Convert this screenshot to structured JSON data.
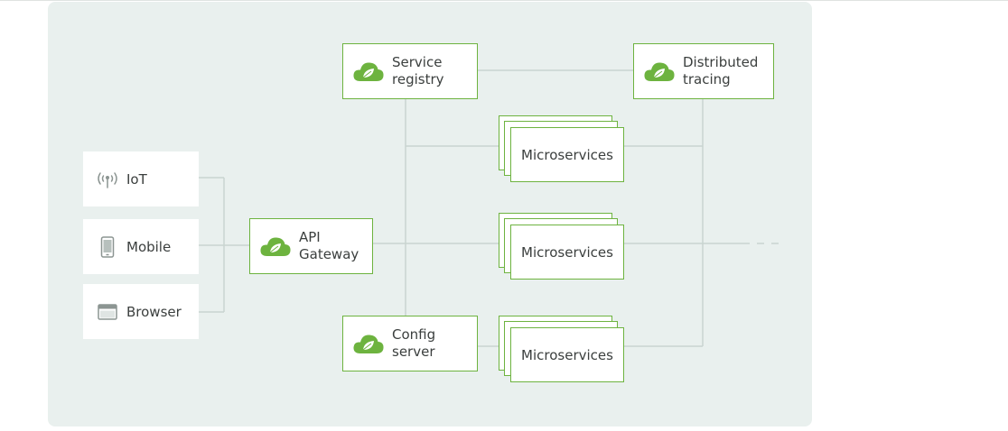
{
  "colors": {
    "panel": "#e9f0ee",
    "accent": "#6db33f",
    "connector": "#c9d4d0",
    "text": "#3b3f3e",
    "icon_gray": "#8c9592"
  },
  "clients": [
    {
      "label": "IoT",
      "icon": "antenna-icon"
    },
    {
      "label": "Mobile",
      "icon": "mobile-phone-icon"
    },
    {
      "label": "Browser",
      "icon": "browser-window-icon"
    }
  ],
  "api_gateway": {
    "label": "API\nGateway",
    "icon": "spring-leaf-icon"
  },
  "service_registry": {
    "label": "Service\nregistry",
    "icon": "spring-leaf-icon"
  },
  "config_server": {
    "label": "Config\nserver",
    "icon": "spring-leaf-icon"
  },
  "distributed_tracing": {
    "label": "Distributed\ntracing",
    "icon": "spring-leaf-icon"
  },
  "microservices": [
    {
      "label": "Microservices"
    },
    {
      "label": "Microservices"
    },
    {
      "label": "Microservices"
    }
  ]
}
